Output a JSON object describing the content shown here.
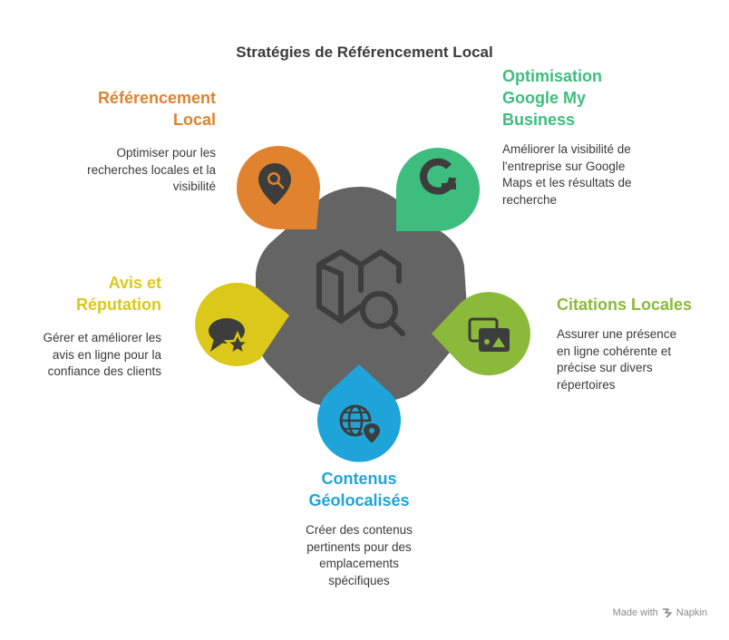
{
  "title": "Stratégies de Référencement Local",
  "colors": {
    "orange": "#E0822E",
    "green": "#3DBE7E",
    "lime": "#8BBA3A",
    "blue": "#1FA4DA",
    "yellow": "#DCC81A",
    "center": "#646464",
    "icon": "#3d3d3d"
  },
  "items": [
    {
      "title": "Référencement\nLocal",
      "description": "Optimiser pour les\nrecherches locales et la\nvisibilité",
      "icon": "location-search-icon"
    },
    {
      "title": "Optimisation\nGoogle My\nBusiness",
      "description": "Améliorer la visibilité de\nl'entreprise sur Google\nMaps et les résultats de\nrecherche",
      "icon": "google-icon"
    },
    {
      "title": "Citations Locales",
      "description": "Assurer une présence\nen ligne cohérente et\nprécise sur divers\nrépertoires",
      "icon": "directory-icon"
    },
    {
      "title": "Contenus\nGéolocalisés",
      "description": "Créer des contenus\npertinents pour des\nemplacements\nspécifiques",
      "icon": "globe-pin-icon"
    },
    {
      "title": "Avis et\nRéputation",
      "description": "Gérer et améliorer les\navis en ligne pour la\nconfiance des clients",
      "icon": "review-star-icon"
    }
  ],
  "center_icon": "map-search-icon",
  "footer": {
    "prefix": "Made with",
    "brand": "Napkin"
  }
}
